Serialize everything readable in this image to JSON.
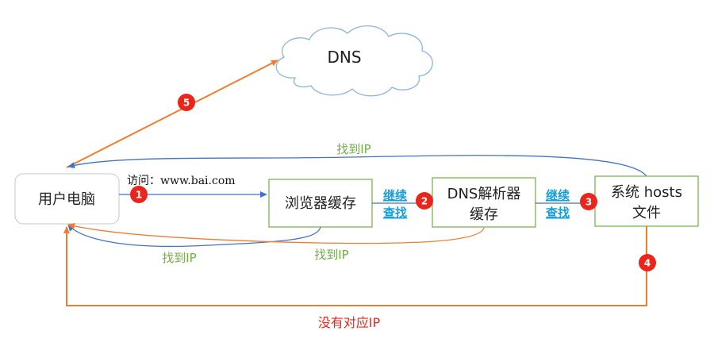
{
  "nodes": {
    "user_pc": "用户电脑",
    "browser_cache": "浏览器缓存",
    "dns_resolver_cache": [
      "DNS解析器",
      "缓存"
    ],
    "hosts_file": [
      "系统 hosts",
      "文件"
    ],
    "dns_cloud": "DNS"
  },
  "labels": {
    "visit": "访问：www.bai.com",
    "continue_search_1": [
      "继续",
      "查找"
    ],
    "continue_search_2": [
      "继续",
      "查找"
    ],
    "found_ip_top": "找到IP",
    "found_ip_bottom_left": "找到IP",
    "found_ip_bottom_mid": "找到IP",
    "no_match_ip": "没有对应IP"
  },
  "steps": [
    "1",
    "2",
    "3",
    "4",
    "5"
  ],
  "colors": {
    "blue_arrow": "#4472c4",
    "orange_arrow": "#ed7d31",
    "box_border": "#70ad47",
    "badge": "#e8261c",
    "cloud_border": "#8fb4d8"
  }
}
